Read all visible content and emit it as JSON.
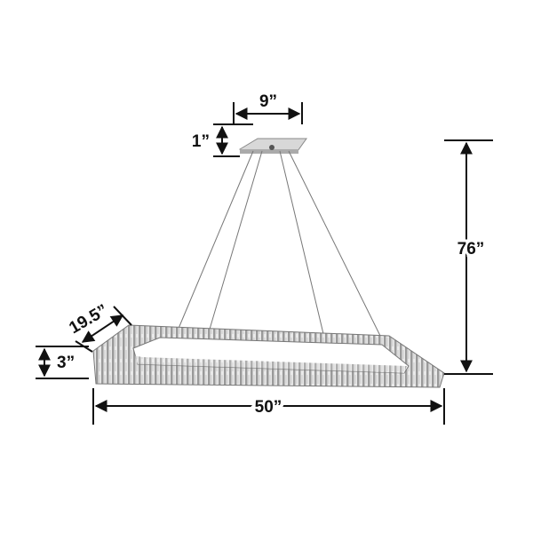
{
  "dimensions": {
    "canopy_width": "9”",
    "canopy_height": "1”",
    "overall_height": "76”",
    "depth": "19.5”",
    "frame_height": "3”",
    "length": "50”"
  },
  "colors": {
    "line": "#111111",
    "metal": "#b9b9b9",
    "crystal": "#8f8f8f"
  }
}
